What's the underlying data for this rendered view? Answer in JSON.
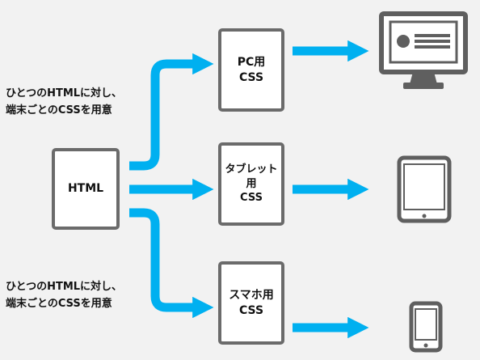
{
  "source": {
    "label": "HTML"
  },
  "targets": [
    {
      "line1": "PC用",
      "line2": "CSS",
      "device_icon": "desktop-monitor-icon"
    },
    {
      "line1": "タブレット用",
      "line2": "CSS",
      "device_icon": "tablet-icon"
    },
    {
      "line1": "スマホ用",
      "line2": "CSS",
      "device_icon": "smartphone-icon"
    }
  ],
  "notes": {
    "top": {
      "line1": "ひとつのHTMLに対し、",
      "line2": "端末ごとのCSSを用意"
    },
    "bottom": {
      "line1": "ひとつのHTMLに対し、",
      "line2": "端末ごとのCSSを用意"
    }
  },
  "colors": {
    "arrow": "#00b0f0",
    "box_border": "#6b6b6b",
    "device": "#5f5f5f",
    "background": "#f2f2f2"
  }
}
